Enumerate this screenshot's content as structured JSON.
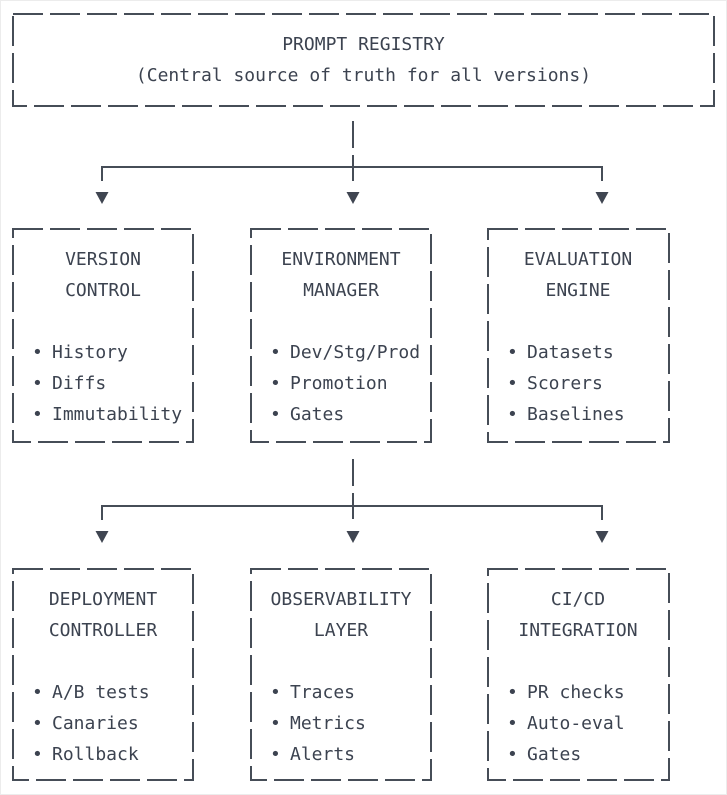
{
  "root_box": {
    "title": "PROMPT REGISTRY",
    "subtitle": "(Central source of truth for all versions)"
  },
  "bullet_char": "•",
  "icons": {
    "arrow_down": "▼"
  },
  "colors": {
    "line": "#464d57",
    "text": "#3c4350",
    "background": "#ffffff"
  },
  "rows": [
    {
      "boxes": [
        {
          "title_lines": [
            "VERSION",
            "CONTROL"
          ],
          "items": [
            "History",
            "Diffs",
            "Immutability"
          ]
        },
        {
          "title_lines": [
            "ENVIRONMENT",
            "MANAGER"
          ],
          "items": [
            "Dev/Stg/Prod",
            "Promotion",
            "Gates"
          ]
        },
        {
          "title_lines": [
            "EVALUATION",
            "ENGINE"
          ],
          "items": [
            "Datasets",
            "Scorers",
            "Baselines"
          ]
        }
      ]
    },
    {
      "boxes": [
        {
          "title_lines": [
            "DEPLOYMENT",
            "CONTROLLER"
          ],
          "items": [
            "A/B tests",
            "Canaries",
            "Rollback"
          ]
        },
        {
          "title_lines": [
            "OBSERVABILITY",
            "LAYER"
          ],
          "items": [
            "Traces",
            "Metrics",
            "Alerts"
          ]
        },
        {
          "title_lines": [
            "CI/CD",
            "INTEGRATION"
          ],
          "items": [
            "PR checks",
            "Auto-eval",
            "Gates"
          ]
        }
      ]
    }
  ]
}
